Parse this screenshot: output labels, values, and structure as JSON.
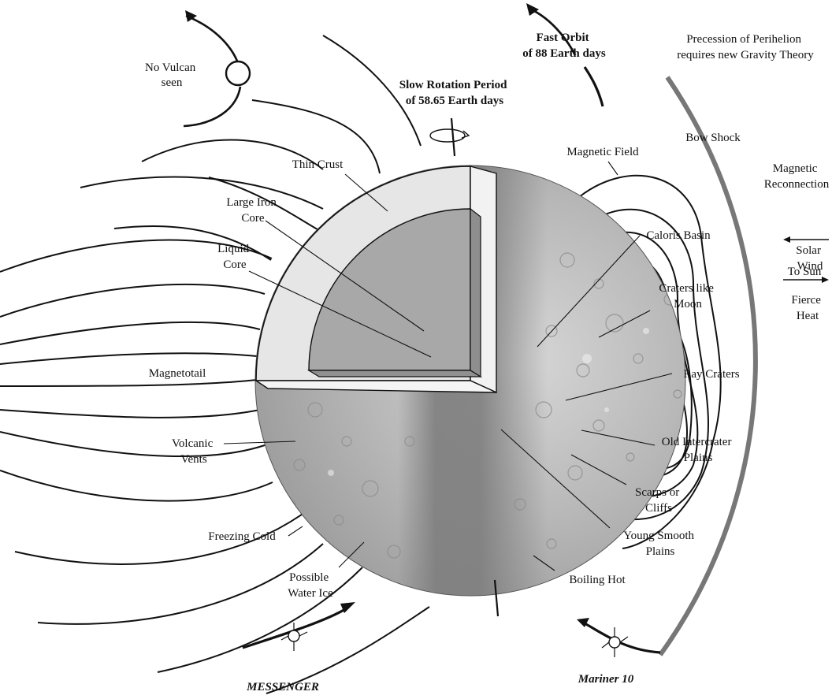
{
  "colors": {
    "surface_light": "#d8d8d8",
    "surface_mid": "#a9a9a9",
    "surface_dark": "#7a7a7a",
    "cross_section_outer": "#e6e6e6",
    "cross_section_inner": "#a6a6a6",
    "bow_shock": "#777777",
    "ink": "#111111"
  },
  "labels": {
    "no_vulcan": [
      "No Vulcan",
      "seen"
    ],
    "fast_orbit": [
      "Fast Orbit",
      "of 88 Earth days"
    ],
    "precession": [
      "Precession of Perihelion",
      "requires new Gravity Theory"
    ],
    "slow_rotation": [
      "Slow Rotation Period",
      "of 58.65 Earth days"
    ],
    "bow_shock": "Bow Shock",
    "magnetic_reconnection": [
      "Magnetic",
      "Reconnection"
    ],
    "solar_wind": [
      "Solar",
      "Wind"
    ],
    "to_sun": "To Sun",
    "fierce_heat": [
      "Fierce",
      "Heat"
    ],
    "magnetic_field": "Magnetic Field",
    "thin_crust": "Thin Crust",
    "large_iron_core": [
      "Large Iron",
      "Core"
    ],
    "liquid_core": [
      "Liquid",
      "Core"
    ],
    "caloris_basin": "Caloris Basin",
    "craters_like_moon": [
      "Craters like",
      "Moon"
    ],
    "ray_craters": "Ray Craters",
    "magnetotail": "Magnetotail",
    "volcanic_vents": [
      "Volcanic",
      "Vents"
    ],
    "old_intercrater_plains": [
      "Old Intercrater",
      "Plains"
    ],
    "scarps_or_cliffs": [
      "Scarps or",
      "Cliffs"
    ],
    "young_smooth_plains": [
      "Young Smooth",
      "Plains"
    ],
    "freezing_cold": "Freezing Cold",
    "possible_water_ice": [
      "Possible",
      "Water Ice"
    ],
    "boiling_hot": "Boiling Hot",
    "messenger": "MESSENGER",
    "mariner_10": "Mariner 10"
  }
}
